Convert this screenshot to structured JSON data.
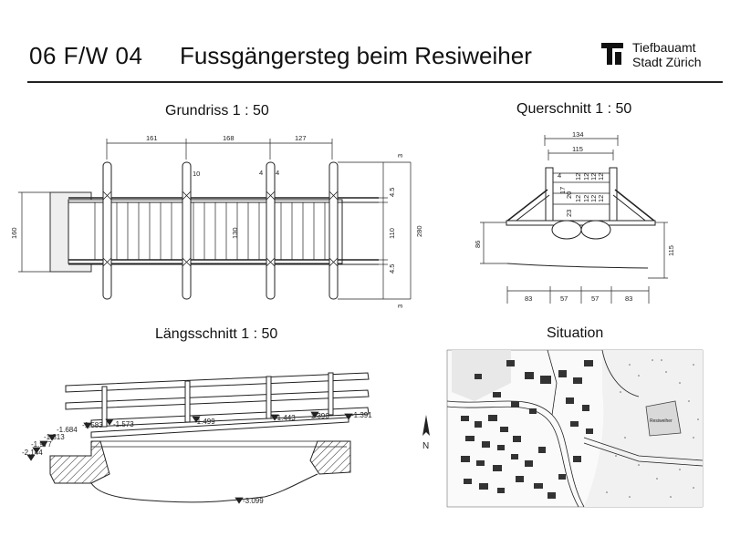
{
  "header": {
    "code": "06 F/W 04",
    "title": "Fussgängersteg beim Resiweiher",
    "org_line1": "Tiefbauamt",
    "org_line2": "Stadt Zürich",
    "logo_icon": "tiefbauamt-logo-icon"
  },
  "views": {
    "plan": "Grundriss  1 : 50",
    "section": "Querschnitt  1 : 50",
    "long": "Längsschnitt  1 : 50",
    "situation": "Situation"
  },
  "plan_dims": {
    "span1": "161",
    "span2": "168",
    "span3": "127",
    "post_w1": "10",
    "post_w2": "4",
    "post_w3": "4",
    "r1": "3",
    "r2": "4.5",
    "r3": "110",
    "r4": "4.5",
    "r5": "3",
    "total": "280",
    "left": "160",
    "inner": "130"
  },
  "section_dims": {
    "top": "134",
    "mid": "115",
    "v1": "4",
    "v2": "17",
    "v3": "20",
    "v4": "23",
    "v5": "12",
    "v6": "12",
    "v7": "12",
    "v8": "12",
    "v9": "12",
    "v10": "12",
    "v11": "12",
    "v12": "12",
    "left_h": "86",
    "right_h": "115",
    "b1": "83",
    "b2": "57",
    "b3": "57",
    "b4": "83"
  },
  "levels": {
    "l1": "-1.684",
    "l2": "-1.813",
    "l3": "-1.977",
    "l4": "-2.144",
    "l5": "-1.583",
    "l6": "-1.573",
    "l7": "-1.499",
    "l8": "-1.443",
    "l9": "-1.396",
    "l10": "-1.391",
    "l11": "-3.099"
  },
  "map": {
    "label1": "Resiweiher",
    "north": "N"
  }
}
